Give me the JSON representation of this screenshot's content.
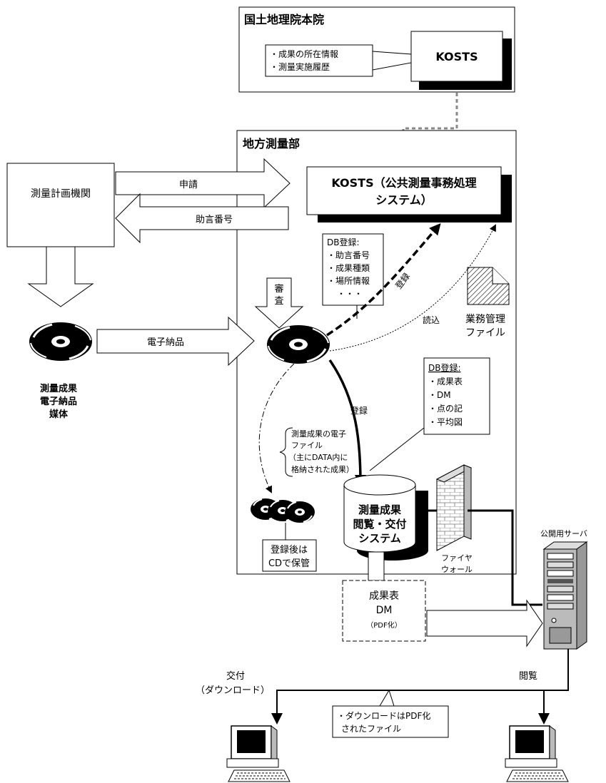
{
  "hq": {
    "title": "国土地理院本院",
    "kosts": "KOSTS",
    "info_lines": [
      "・成果の所在情報",
      "・測量実施履歴"
    ]
  },
  "regional": {
    "title": "地方測量部",
    "kosts_line1": "KOSTS（公共測量事務処理",
    "kosts_line2": "システム）",
    "db1_lines": [
      "DB登録:",
      "・助言番号",
      "・成果種類",
      "・場所情報",
      "・・・"
    ],
    "shinsa_line1": "審",
    "shinsa_line2": "査",
    "register_label_1": "登録",
    "read_label": "読込",
    "gyomu_line1": "業務管理",
    "gyomu_line2": "ファイル",
    "db2_lines": [
      "DB登録:",
      "・成果表",
      "・DM",
      "・点の記",
      "・平均図"
    ],
    "register_label_2": "登録",
    "efile_lines": [
      "測量成果の電子",
      "ファイル",
      "（主にDATA内に",
      "格納された成果）"
    ],
    "system_lines": [
      "測量成果",
      "閲覧・交付",
      "システム"
    ],
    "firewall_line1": "ファイヤ",
    "firewall_line2": "ウォール",
    "storage_line1": "登録後は",
    "storage_line2": "CDで保管",
    "pdf_line1": "成果表",
    "pdf_line2": "DM",
    "pdf_line3": "（PDF化）"
  },
  "planner": {
    "label": "測量計画機関",
    "apply_label": "申請",
    "advice_label": "助言番号",
    "delivery_label": "電子納品",
    "media_lines": [
      "測量成果",
      "電子納品",
      "媒体"
    ]
  },
  "public": {
    "server_label": "公開用サーバ",
    "download_line1": "交付",
    "download_line2": "（ダウンロード）",
    "view_label": "閲覧",
    "note_line1": "・ダウンロードはPDF化",
    "note_line2": "されたファイル"
  }
}
